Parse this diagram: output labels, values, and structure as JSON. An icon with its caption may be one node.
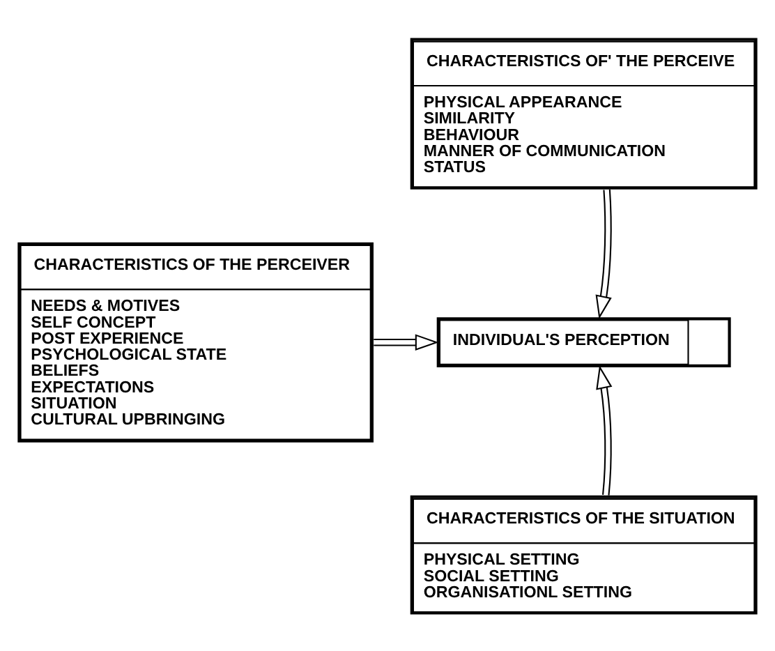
{
  "diagram": {
    "nodes": [
      {
        "text": [
          "CHARACTERISTICS OF' THE PERCEIVE",
          "PHYSICAL APPEARANCE",
          "SIMILARITY",
          "BEHAVIOUR",
          "MANNER OF COMMUNICATION",
          "STATUS"
        ]
      },
      {
        "text": [
          "CHARACTERISTICS OF THE PERCEIVER",
          "NEEDS & MOTIVES",
          "SELF CONCEPT",
          "POST EXPERIENCE",
          "PSYCHOLOGICAL STATE",
          "BELIEFS",
          "EXPECTATIONS",
          "SITUATION",
          "CULTURAL UPBRINGING"
        ]
      },
      {
        "text": [
          "INDIVIDUAL'S PERCEPTION"
        ]
      },
      {
        "text": [
          "CHARACTERISTICS OF THE SITUATION",
          "PHYSICAL SETTING",
          "SOCIAL SETTING",
          "ORGANISATIONL SETTING"
        ]
      }
    ],
    "edges": [
      {
        "from": 0,
        "to": 2,
        "arrow": "to"
      },
      {
        "from": 1,
        "to": 2,
        "arrow": "to"
      },
      {
        "from": 3,
        "to": 2,
        "arrow": "to"
      }
    ]
  }
}
